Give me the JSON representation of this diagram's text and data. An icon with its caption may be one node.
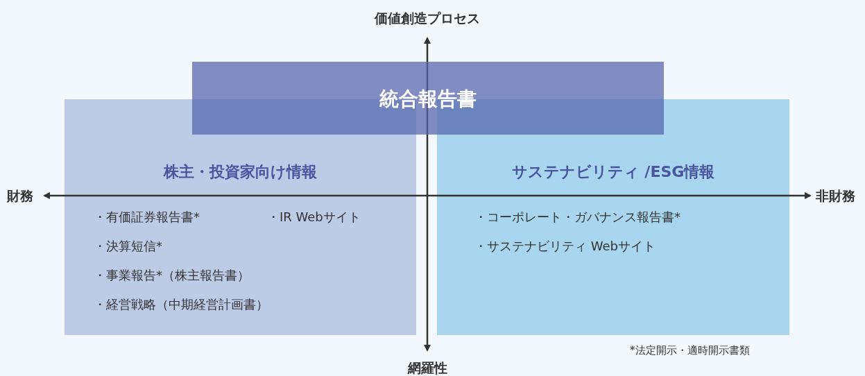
{
  "diagram": {
    "nodes": [
      {
        "text": [
          "統合報告書"
        ]
      },
      {
        "text": [
          "株主・投資家向け情報",
          "・有価証券報告書*",
          "・IR Webサイト",
          "・決算短信*",
          "・事業報告*（株主報告書）",
          "・経営戦略（中期経営計画書）"
        ]
      },
      {
        "text": [
          "サステナビリティ /ESG情報",
          "・コーポレート・ガバナンス報告書*",
          "・サステナビリティ Webサイト"
        ]
      }
    ],
    "edges": [],
    "labels": [
      "価値創造プロセス",
      "財務",
      "非財務",
      "網羅性",
      "*法定開示・適時開示書類"
    ]
  }
}
